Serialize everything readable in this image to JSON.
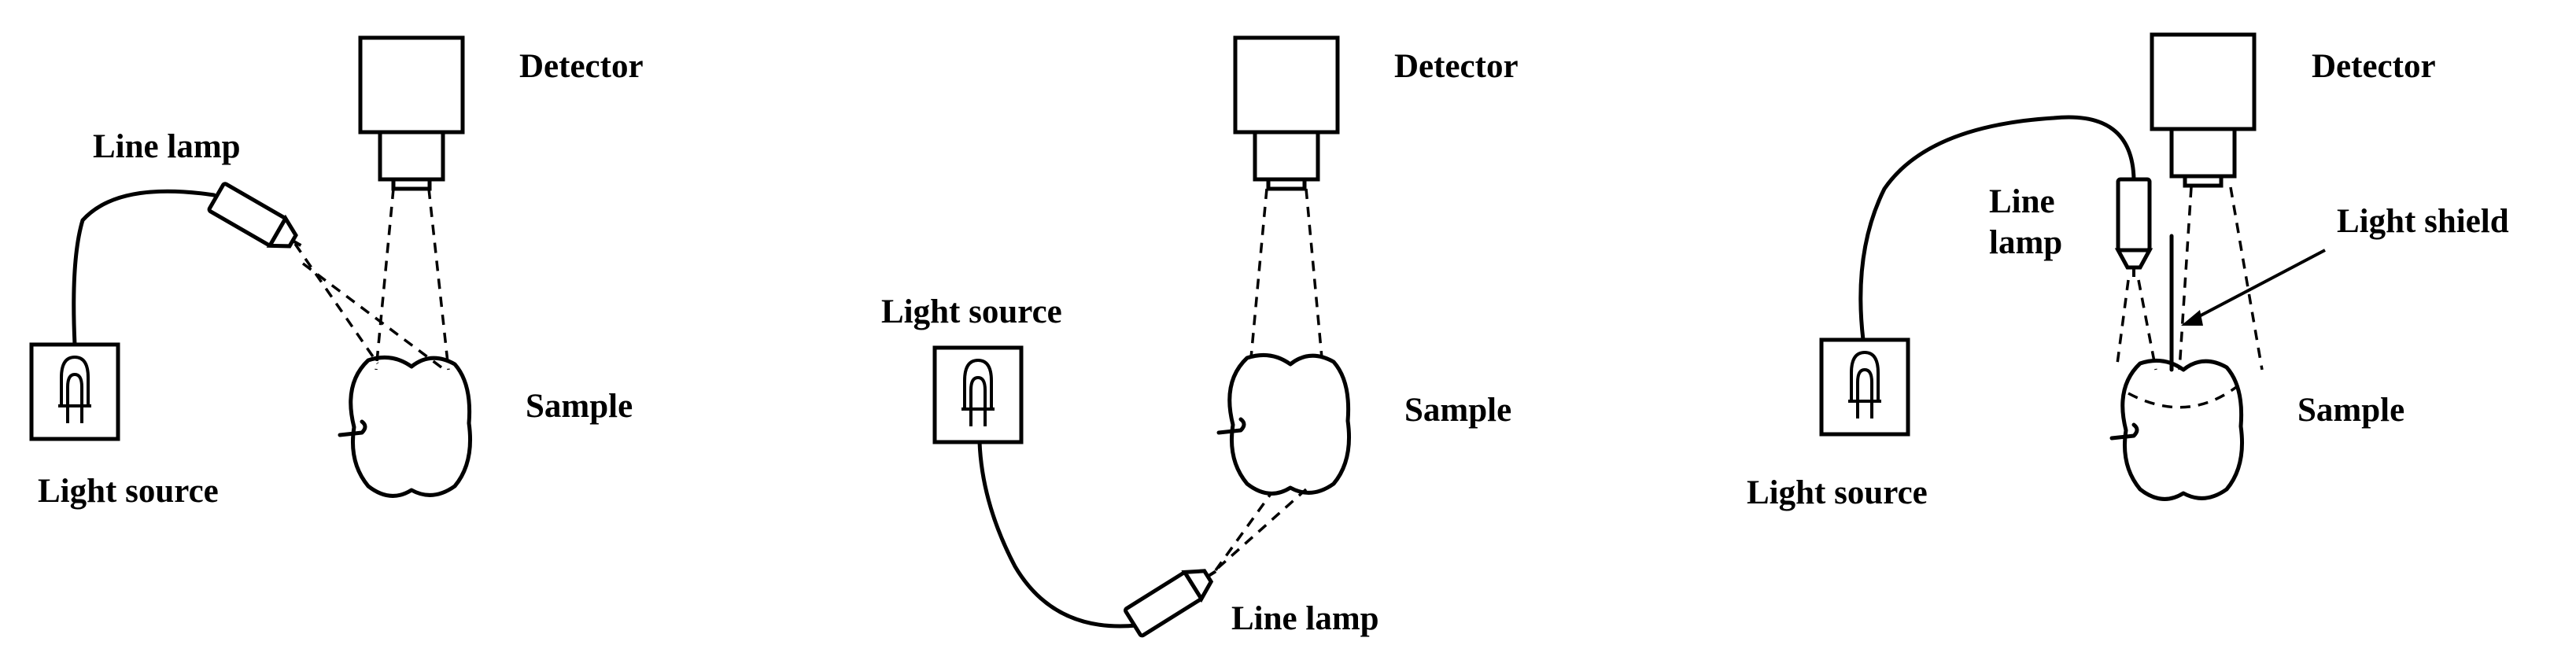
{
  "panels": [
    {
      "detector": "Detector",
      "line_lamp": "Line lamp",
      "light_source": "Light source",
      "sample": "Sample"
    },
    {
      "detector": "Detector",
      "light_source": "Light source",
      "sample": "Sample",
      "line_lamp": "Line lamp"
    },
    {
      "detector": "Detector",
      "line_lamp_line1": "Line",
      "line_lamp_line2": "lamp",
      "light_shield": "Light shield",
      "light_source": "Light source",
      "sample": "Sample"
    }
  ],
  "icons": {
    "bulb": "light-bulb-icon",
    "detector": "detector-camera-icon",
    "lamp": "line-lamp-icon",
    "sample": "apple-sample-icon"
  }
}
